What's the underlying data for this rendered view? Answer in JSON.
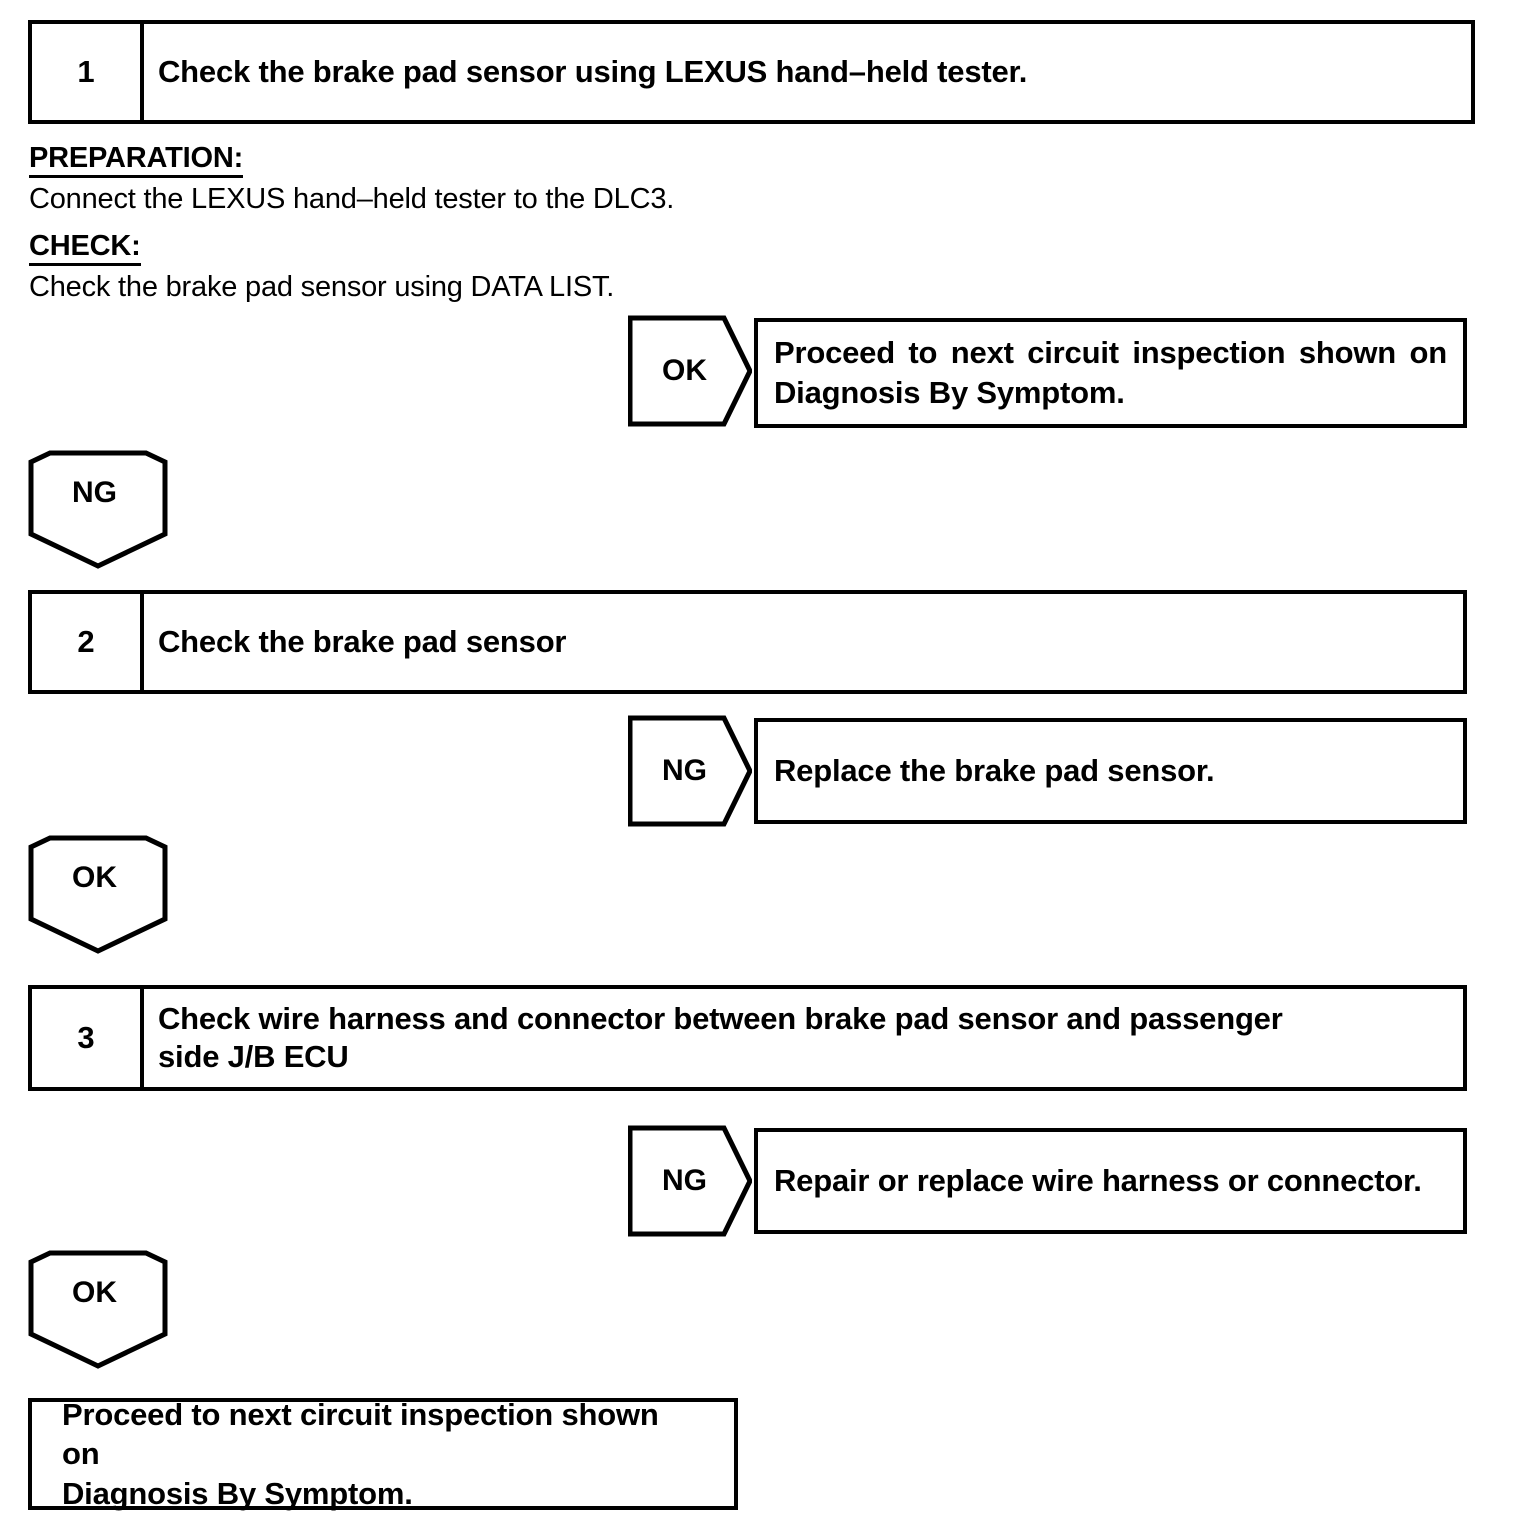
{
  "document": {
    "type": "diagnostic-flowchart",
    "title": "Brake pad sensor circuit inspection"
  },
  "steps": [
    {
      "number": "1",
      "text": "Check the brake pad sensor using LEXUS hand–held tester."
    },
    {
      "number": "2",
      "text": "Check the brake pad sensor"
    },
    {
      "number": "3",
      "line1": "Check wire harness and connector between brake pad sensor and passenger",
      "line2": "side J/B ECU"
    }
  ],
  "notes": {
    "preparation_label": "PREPARATION:",
    "preparation_text": "Connect the LEXUS hand–held tester to the DLC3.",
    "check_label": "CHECK:",
    "check_text": "Check the brake pad sensor using DATA LIST."
  },
  "branches": {
    "step1_ok_arrow": "OK",
    "step1_ok_result_line1": "Proceed to next circuit inspection shown on",
    "step1_ok_result_line2": "Diagnosis By Symptom.",
    "step1_ng_arrow": "NG",
    "step2_ng_arrow": "NG",
    "step2_ng_result": "Replace the brake pad sensor.",
    "step2_ok_arrow": "OK",
    "step3_ng_arrow": "NG",
    "step3_ng_result": "Repair or replace wire harness or connector.",
    "step3_ok_arrow": "OK"
  },
  "terminal": {
    "line1": "Proceed to next circuit inspection shown on",
    "line2": "Diagnosis By Symptom."
  },
  "colors": {
    "ink": "#000000",
    "paper": "#ffffff"
  }
}
